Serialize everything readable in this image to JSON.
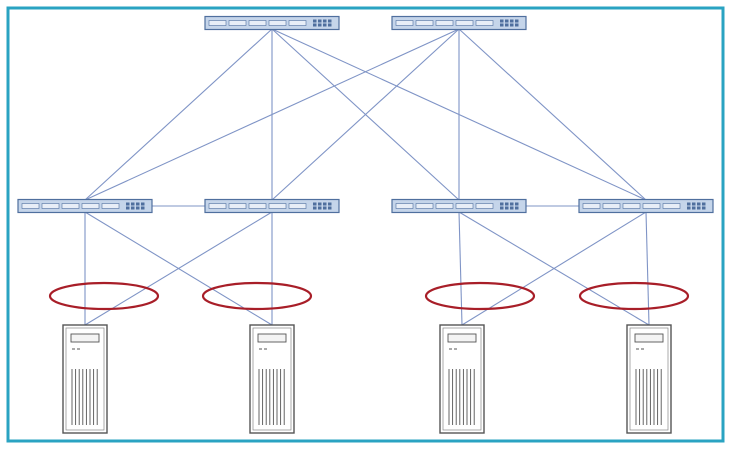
{
  "colors": {
    "frame": "#2aa3c2",
    "link": "#7f94c6",
    "switch_fill": "#c5d5ea",
    "switch_stroke": "#4f6f9e",
    "switch_port": "#e8eef7",
    "lag_ring": "#a81e28",
    "server_fill": "#ffffff",
    "server_stroke": "#555555"
  },
  "icons": {
    "switch": "network-switch-icon",
    "server": "tower-server-icon",
    "lag": "link-aggregation-ellipse"
  },
  "diagram": {
    "core_switches": [
      {
        "id": "core-1"
      },
      {
        "id": "core-2"
      }
    ],
    "access_switches": [
      {
        "id": "access-1"
      },
      {
        "id": "access-2"
      },
      {
        "id": "access-3"
      },
      {
        "id": "access-4"
      }
    ],
    "servers": [
      {
        "id": "server-1"
      },
      {
        "id": "server-2"
      },
      {
        "id": "server-3"
      },
      {
        "id": "server-4"
      }
    ],
    "uplinks": [
      [
        "core-1",
        "access-1"
      ],
      [
        "core-1",
        "access-2"
      ],
      [
        "core-1",
        "access-3"
      ],
      [
        "core-1",
        "access-4"
      ],
      [
        "core-2",
        "access-1"
      ],
      [
        "core-2",
        "access-2"
      ],
      [
        "core-2",
        "access-3"
      ],
      [
        "core-2",
        "access-4"
      ]
    ],
    "peer_links": [
      [
        "access-1",
        "access-2"
      ],
      [
        "access-3",
        "access-4"
      ]
    ],
    "server_links": [
      [
        "access-1",
        "server-1"
      ],
      [
        "access-1",
        "server-2"
      ],
      [
        "access-2",
        "server-1"
      ],
      [
        "access-2",
        "server-2"
      ],
      [
        "access-3",
        "server-3"
      ],
      [
        "access-3",
        "server-4"
      ],
      [
        "access-4",
        "server-3"
      ],
      [
        "access-4",
        "server-4"
      ]
    ]
  }
}
